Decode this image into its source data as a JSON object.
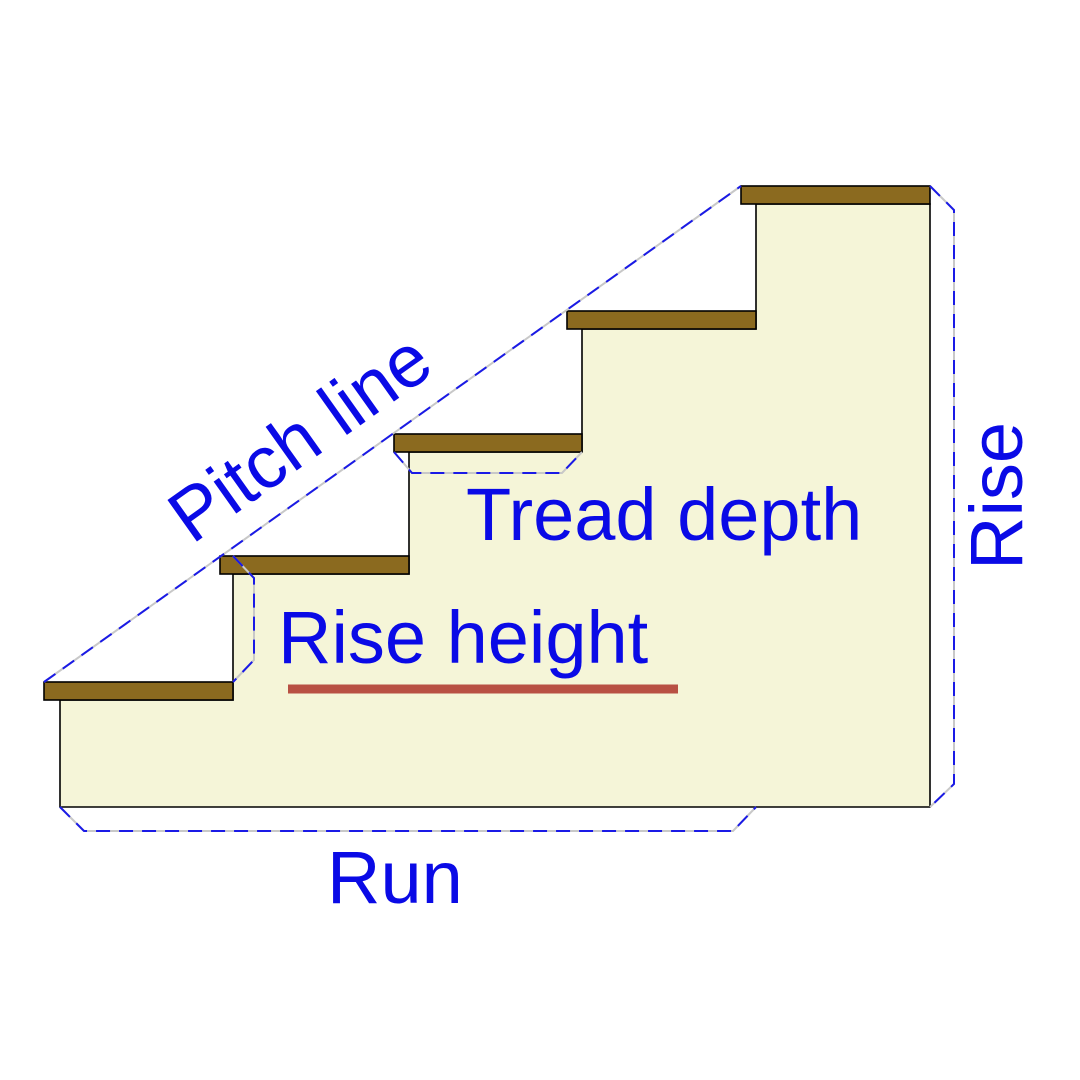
{
  "labels": {
    "pitch_line": "Pitch line",
    "tread_depth": "Tread depth",
    "rise_height": "Rise height",
    "run": "Run",
    "rise": "Rise"
  },
  "colors": {
    "stringer_fill": "#f5f5d8",
    "tread_fill": "#8b6a1f",
    "label_text": "#0a0ae6",
    "dimension_dash": "#1a1ae6",
    "underline": "#b85043"
  }
}
